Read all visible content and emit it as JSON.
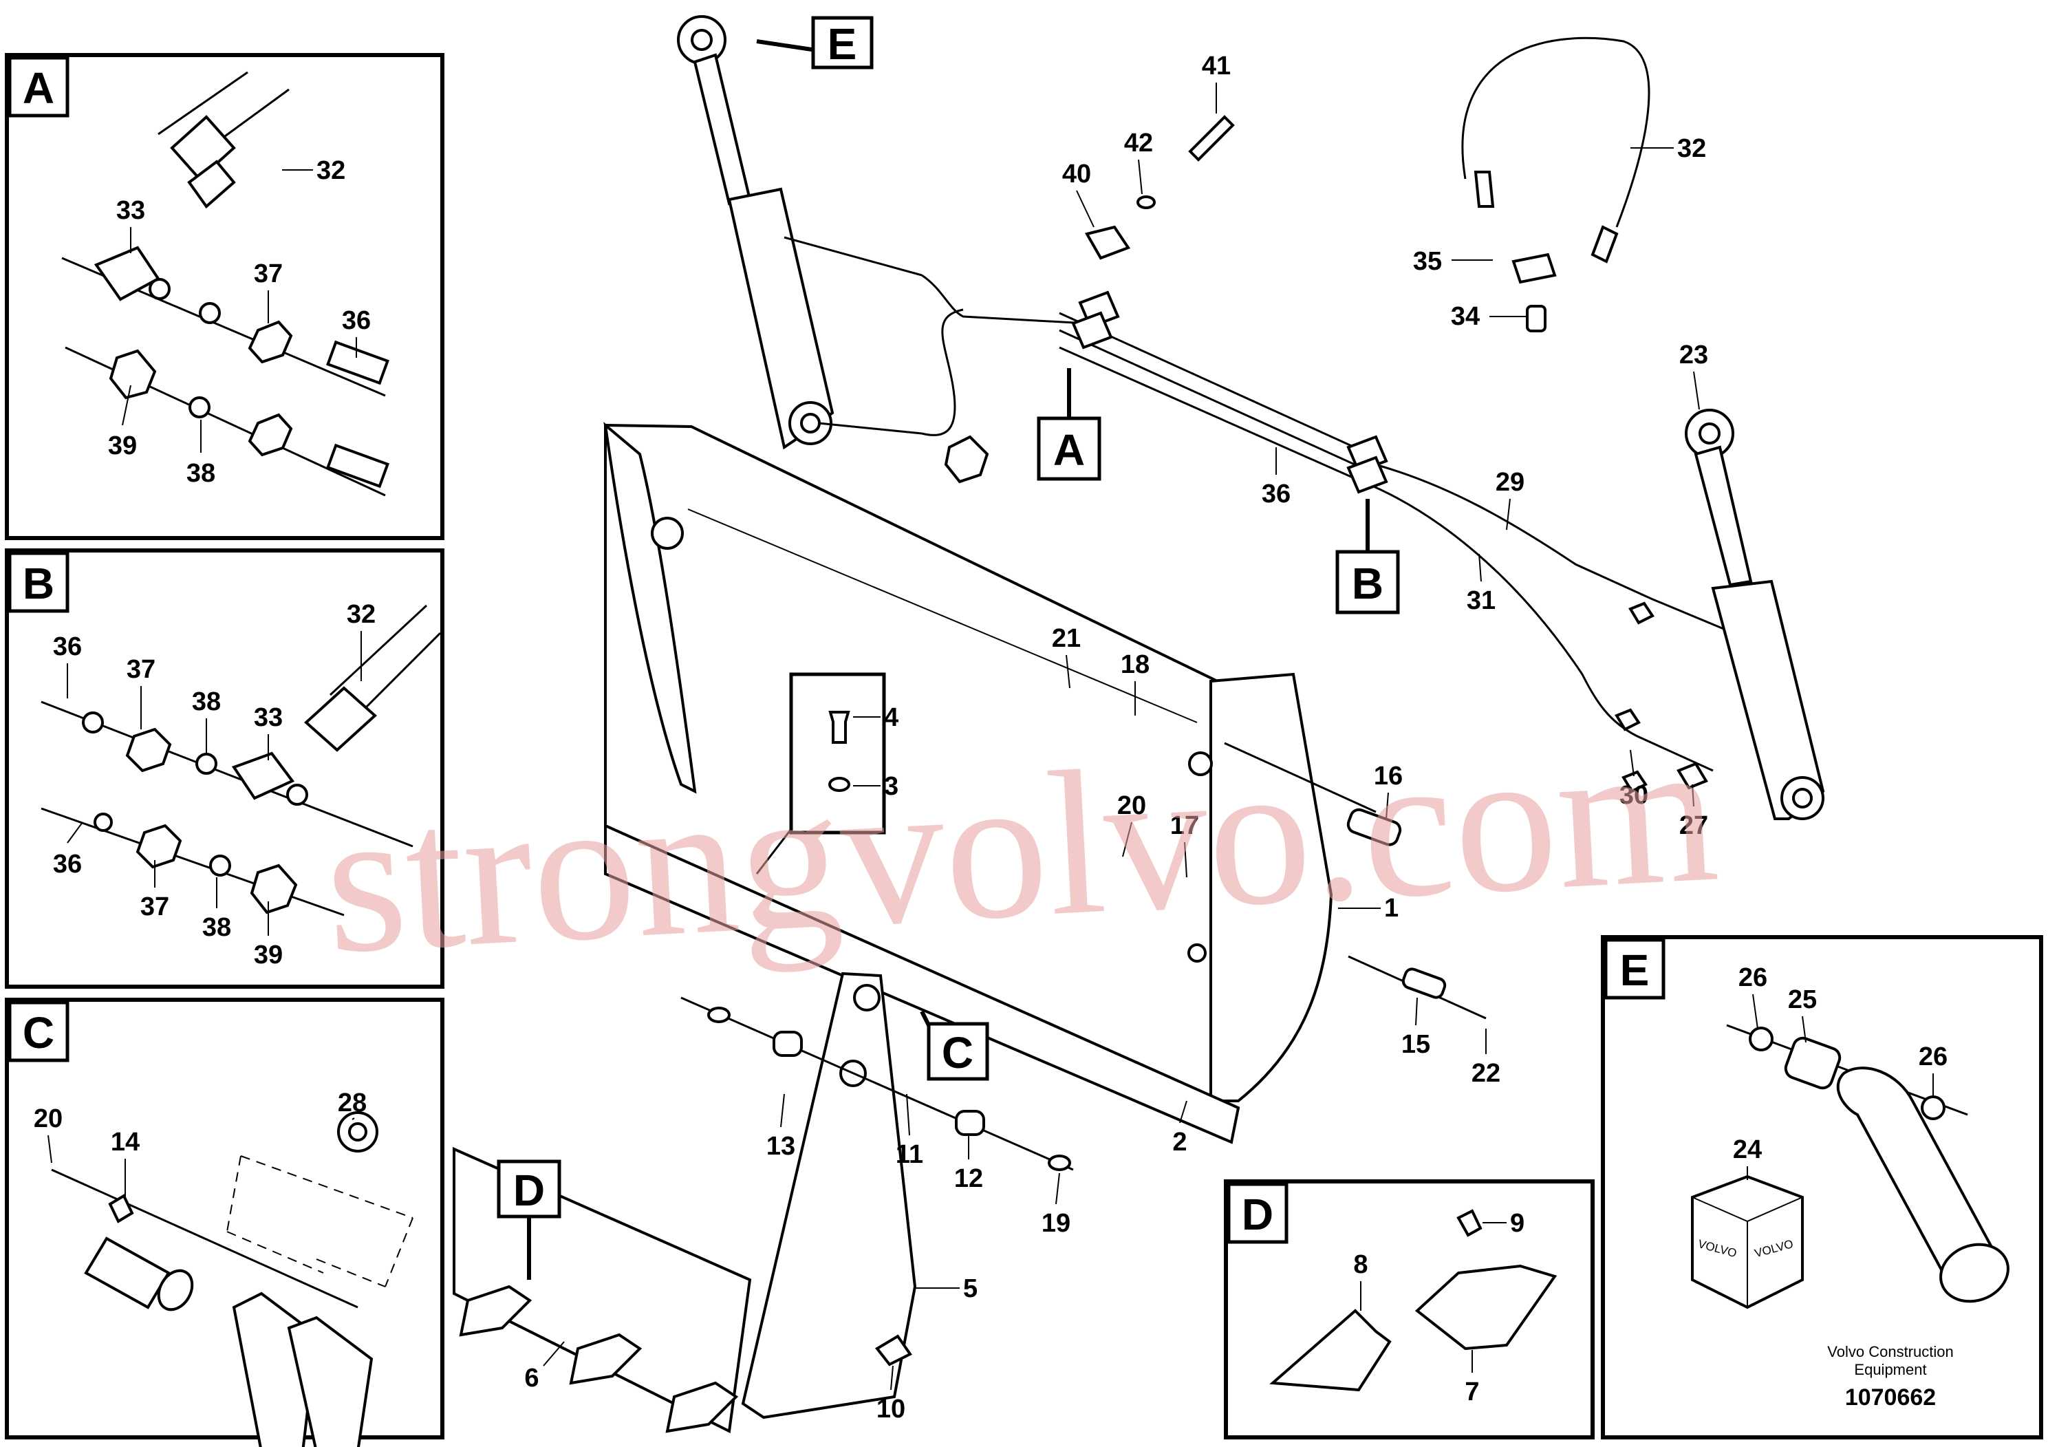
{
  "callouts": {
    "main": {
      "n41": "41",
      "n42": "42",
      "n40": "40",
      "n32": "32",
      "n35": "35",
      "n34": "34",
      "n23": "23",
      "n36": "36",
      "n29": "29",
      "n31": "31",
      "n21": "21",
      "n18": "18",
      "n4": "4",
      "n3": "3",
      "n16": "16",
      "n20": "20",
      "n17": "17",
      "n1": "1",
      "n30": "30",
      "n27": "27",
      "n15": "15",
      "n22": "22",
      "n2": "2",
      "n13": "13",
      "n11": "11",
      "n12": "12",
      "n19": "19",
      "n5": "5",
      "n6": "6",
      "n10": "10"
    },
    "detail_a": {
      "n32": "32",
      "n33": "33",
      "n37": "37",
      "n36": "36",
      "n39": "39",
      "n38": "38"
    },
    "detail_b": {
      "n36a": "36",
      "n37a": "37",
      "n38a": "38",
      "n33": "33",
      "n32": "32",
      "n36b": "36",
      "n37b": "37",
      "n38b": "38",
      "n39": "39"
    },
    "detail_c": {
      "n20": "20",
      "n14": "14",
      "n28": "28"
    },
    "detail_d": {
      "n9": "9",
      "n8": "8",
      "n7": "7"
    },
    "detail_e": {
      "n26a": "26",
      "n25": "25",
      "n26b": "26",
      "n24": "24"
    }
  },
  "view_labels": {
    "a": "A",
    "b": "B",
    "c": "C",
    "d": "D",
    "e": "E",
    "pointer_a": "A",
    "pointer_b": "B",
    "pointer_c": "C",
    "pointer_d": "D",
    "pointer_e": "E"
  },
  "kit_box_text": "VOLVO",
  "footer": {
    "brand_line1": "Volvo Construction",
    "brand_line2": "Equipment",
    "drawing_number": "1070662"
  },
  "watermark": "strongvolvo.com"
}
